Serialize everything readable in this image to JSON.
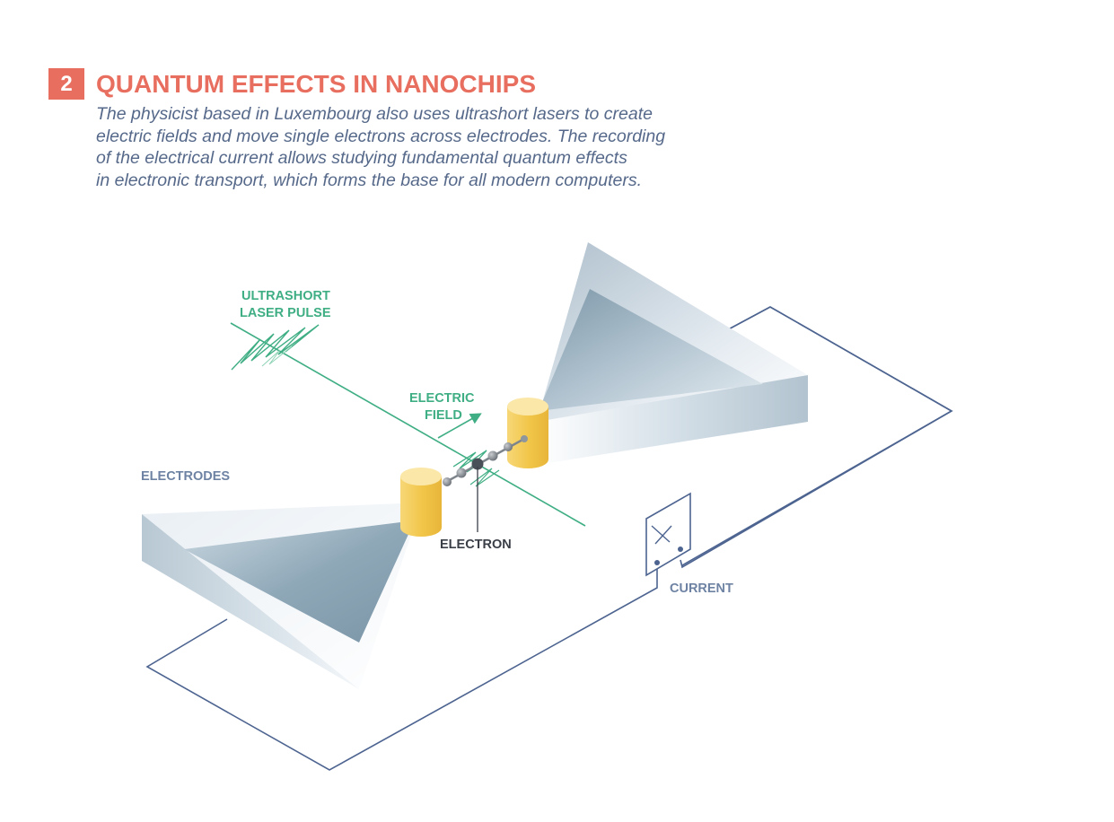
{
  "header": {
    "number": "2",
    "title": "QUANTUM EFFECTS IN NANOCHIPS"
  },
  "intro_lines": [
    "The physicist based in Luxembourg also uses ultrashort lasers to create",
    "electric fields and move single electrons across electrodes. The recording",
    "of the electrical current allows studying fundamental quantum effects",
    "in electronic transport, which forms the base for all modern computers."
  ],
  "labels": {
    "laser_line1": "ULTRASHORT",
    "laser_line2": "LASER PULSE",
    "field_line1": "ELECTRIC",
    "field_line2": "FIELD",
    "electrodes": "ELECTRODES",
    "electron": "ELECTRON",
    "current": "CURRENT"
  },
  "colors": {
    "accent": "#e86f5f",
    "text": "#56698a",
    "laser": "#3fae84",
    "wire": "#4d6490",
    "gold": "#f0c64a"
  }
}
